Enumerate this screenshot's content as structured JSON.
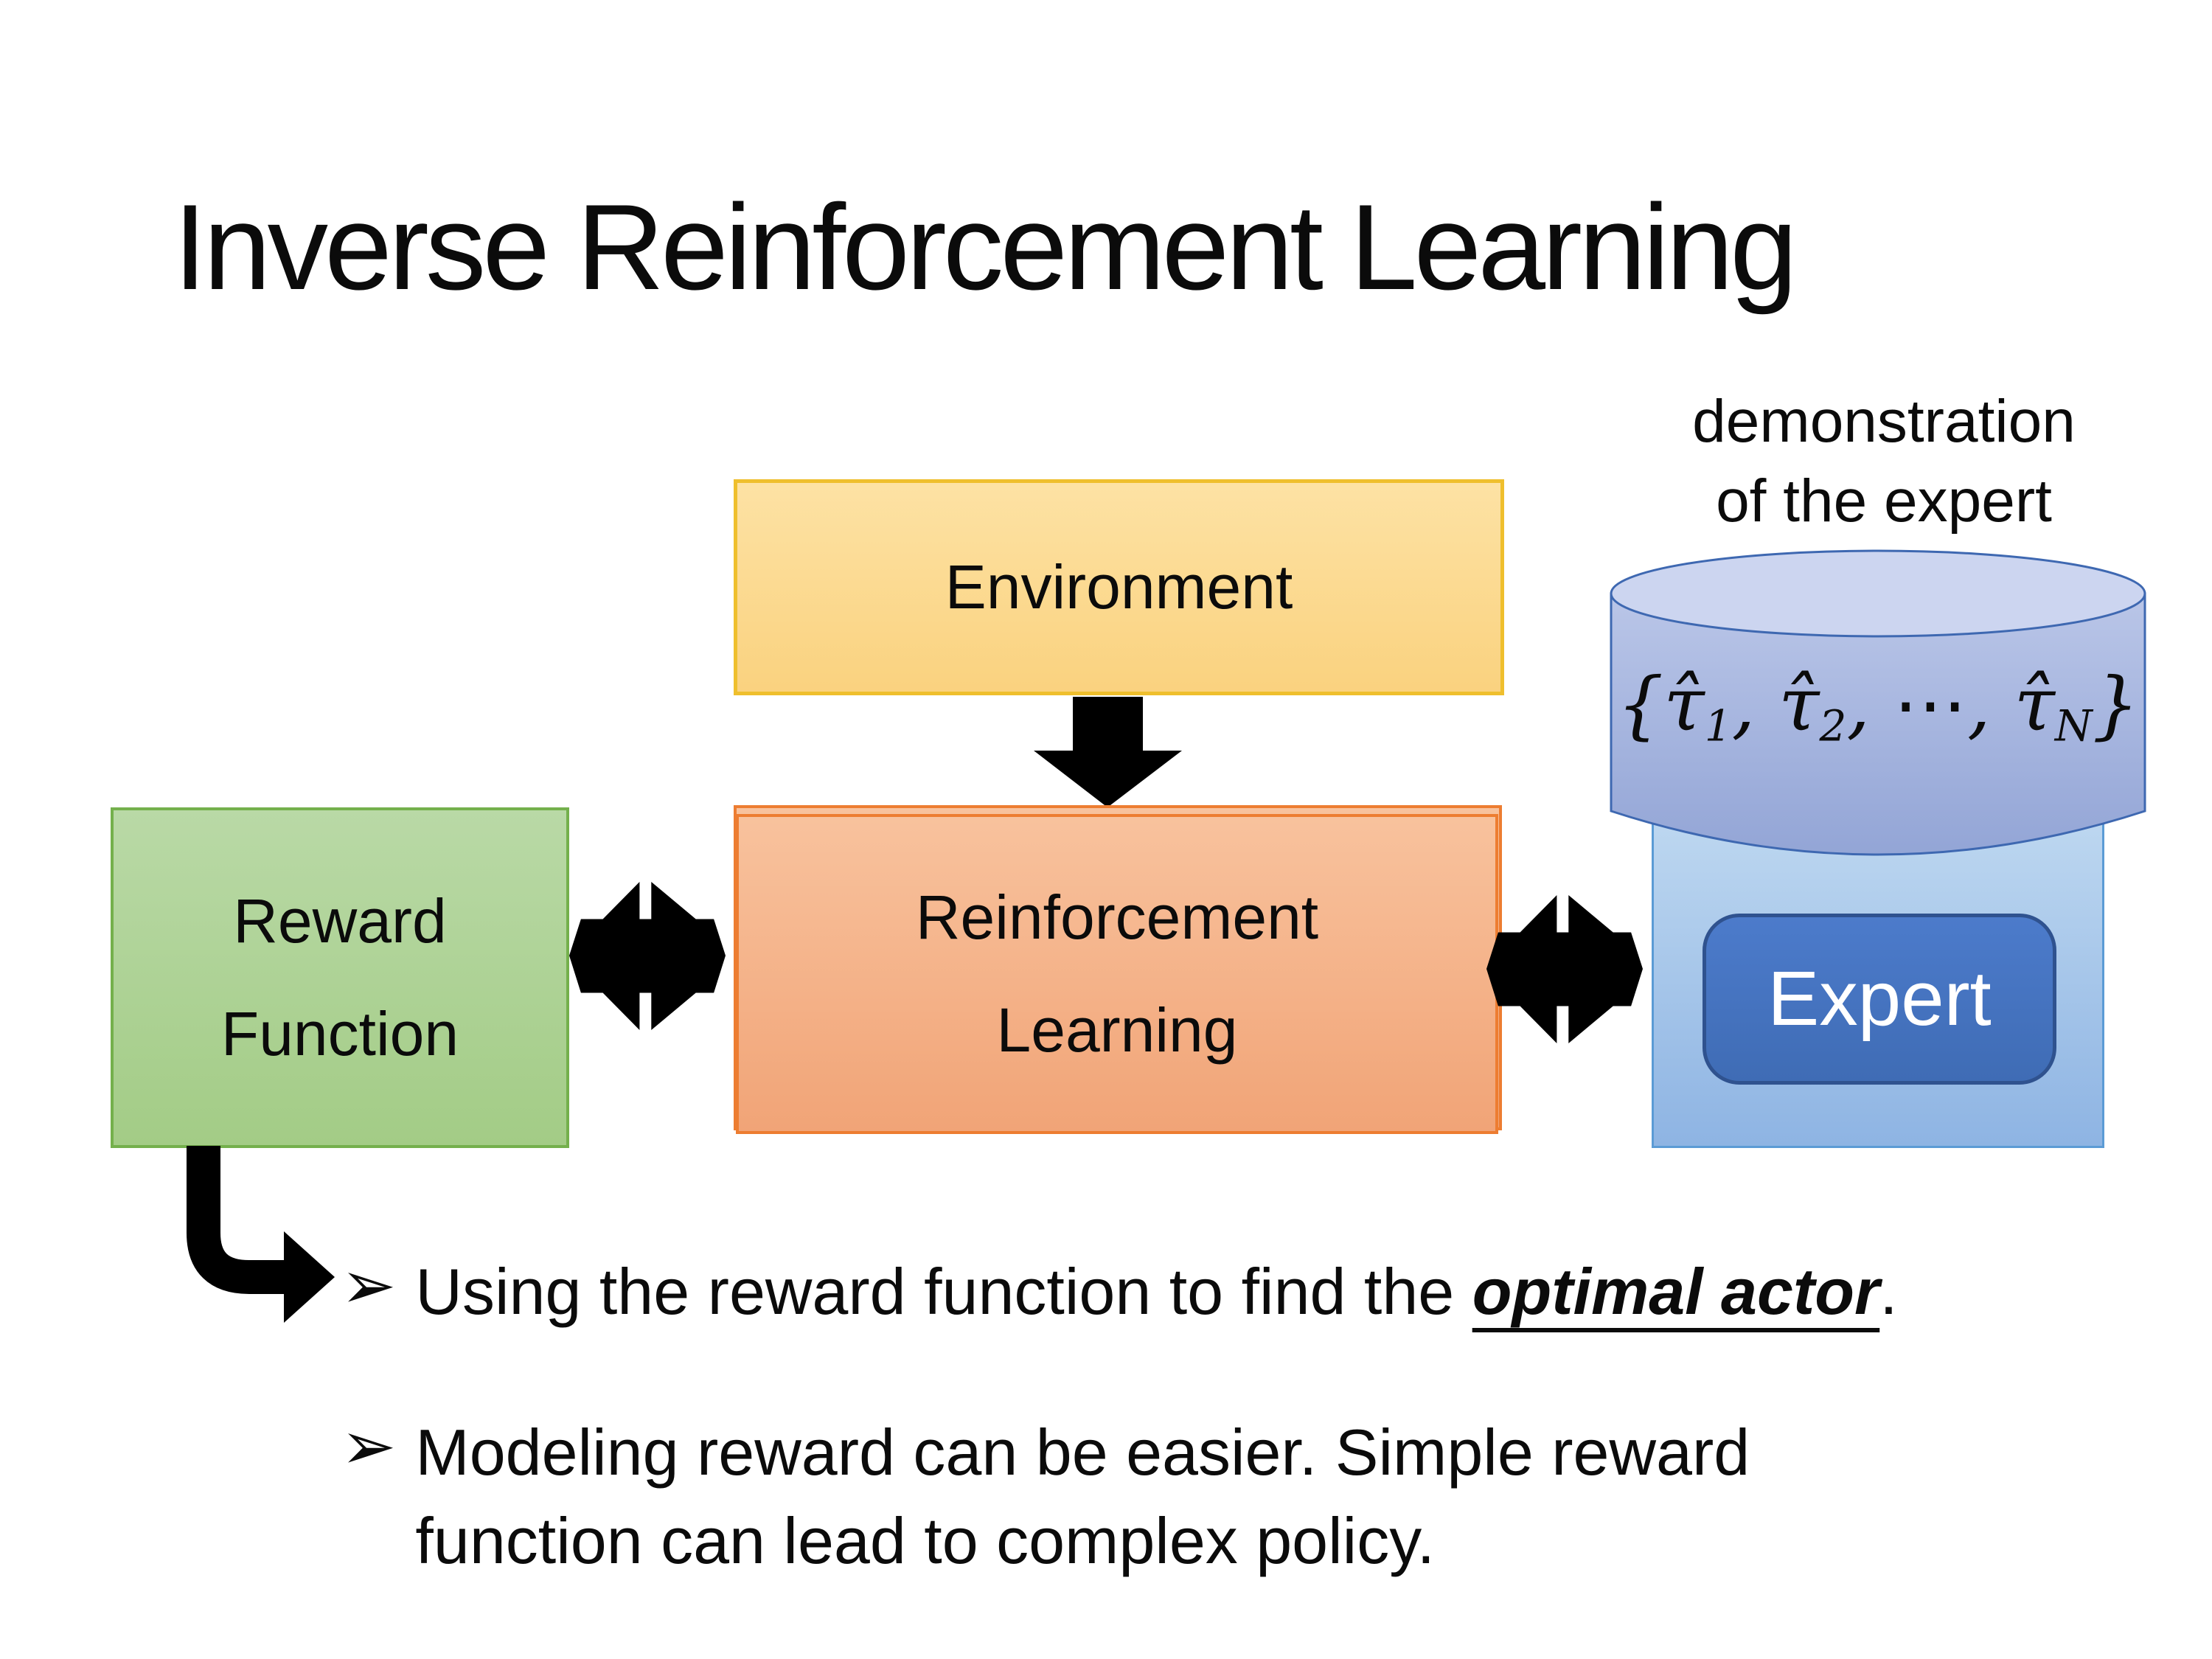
{
  "theme": {
    "background": "#ffffff",
    "text_color": "#0b0b0b",
    "env_fill_top": "#fde2a4",
    "env_fill_bottom": "#fad27f",
    "env_border": "#efbf2d",
    "reward_fill_top": "#b9d9a6",
    "reward_fill_bottom": "#a3cc86",
    "reward_border": "#74b04c",
    "rl_fill_top": "#f8c29d",
    "rl_fill_bottom": "#f1a477",
    "rl_border": "#ed7d31",
    "expert_panel_fill_top": "#bdd7f0",
    "expert_panel_fill_bottom": "#8eb4e3",
    "expert_panel_border": "#5b9bd5",
    "expert_fill_top": "#4c7bcb",
    "expert_fill_bottom": "#3f6cb5",
    "expert_border": "#2f528f",
    "expert_text": "#ffffff",
    "cylinder_fill_top": "#bac6e8",
    "cylinder_fill_bottom": "#93a5d6",
    "cylinder_top_fill": "#ccd5f0",
    "cylinder_border": "#3e68b1",
    "arrow_color": "#000000"
  },
  "title": "Inverse Reinforcement Learning",
  "demo_label": {
    "line1": "demonstration",
    "line2": "of the expert"
  },
  "boxes": {
    "environment": "Environment",
    "reward_line1": "Reward",
    "reward_line2": "Function",
    "rl_line1": "Reinforcement",
    "rl_line2": "Learning",
    "expert": "Expert"
  },
  "formula": {
    "open": "{",
    "tau": "τ̂",
    "sub1": "1",
    "sub2": "2",
    "subN": "N",
    "sep": ", ",
    "dots": "⋯",
    "close": "}"
  },
  "bullets": {
    "marker": "➢",
    "item1": {
      "prefix": "Using the reward function to find the ",
      "emphasis": "optimal actor",
      "suffix": "."
    },
    "item2": {
      "line1": "Modeling reward can be easier. Simple reward",
      "line2": "function can lead to complex policy."
    }
  }
}
